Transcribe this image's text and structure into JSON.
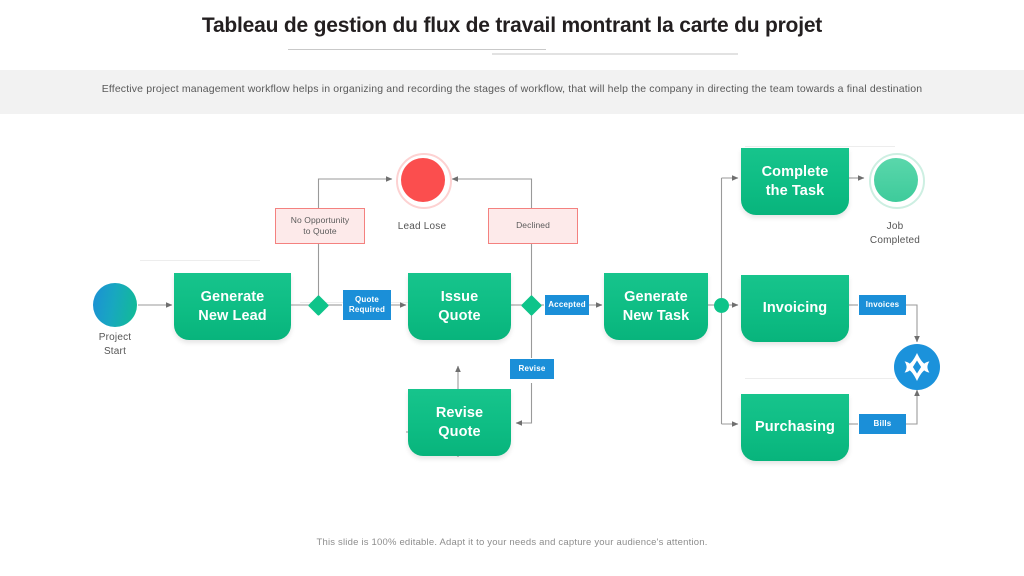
{
  "header": {
    "title": "Tableau de gestion du flux de travail montrant la carte du projet",
    "subtitle": "Effective project management workflow helps in organizing and recording the stages of workflow, that will help the company in directing the team towards a final destination"
  },
  "footer": {
    "note": "This slide is 100% editable. Adapt it to your needs and capture  your audience's attention."
  },
  "colors": {
    "green": "#0ebd84",
    "green_light": "#17c48c",
    "blue_tag": "#1b8fd8",
    "red": "#fb4e4e",
    "pink_fill": "#fdeaea",
    "pink_border": "#f4817f",
    "badge_blue": "#1b92db",
    "band": "#f2f2f2",
    "line": "#8c8c8c"
  },
  "diagram": {
    "terminators": [
      {
        "id": "project-start",
        "label": "Project\nStart",
        "label_line1": "Project",
        "label_line2": "Start",
        "shape": "circle",
        "style": "gradient-blue-green"
      },
      {
        "id": "lead-lose",
        "label": "Lead Lose",
        "shape": "ring-circle",
        "style": "red"
      },
      {
        "id": "job-completed",
        "label": "Job\nCompleted",
        "label_line1": "Job",
        "label_line2": "Completed",
        "shape": "ring-circle",
        "style": "green"
      }
    ],
    "tasks": [
      {
        "id": "generate-new-lead",
        "line1": "Generate",
        "line2": "New Lead"
      },
      {
        "id": "issue-quote",
        "line1": "Issue",
        "line2": "Quote"
      },
      {
        "id": "revise-quote",
        "line1": "Revise",
        "line2": "Quote"
      },
      {
        "id": "generate-new-task",
        "line1": "Generate",
        "line2": "New Task"
      },
      {
        "id": "complete-the-task",
        "line1": "Complete",
        "line2": "the Task"
      },
      {
        "id": "invoicing",
        "line1": "Invoicing",
        "line2": ""
      },
      {
        "id": "purchasing",
        "line1": "Purchasing",
        "line2": ""
      }
    ],
    "gateways": [
      {
        "id": "gateway-quote",
        "shape": "diamond"
      },
      {
        "id": "gateway-accept",
        "shape": "diamond"
      },
      {
        "id": "junction-task-split",
        "shape": "circle"
      }
    ],
    "flags": [
      {
        "id": "quote-required",
        "line1": "Quote",
        "line2": "Required",
        "kind": "blue"
      },
      {
        "id": "accepted",
        "line1": "Accepted",
        "line2": "",
        "kind": "blue"
      },
      {
        "id": "revise",
        "line1": "Revise",
        "line2": "",
        "kind": "blue"
      },
      {
        "id": "invoices",
        "line1": "Invoices",
        "line2": "",
        "kind": "blue"
      },
      {
        "id": "bills",
        "line1": "Bills",
        "line2": "",
        "kind": "blue"
      },
      {
        "id": "no-opportunity-to-quote",
        "line1": "No Opportunity",
        "line2": "to Quote",
        "kind": "pink"
      },
      {
        "id": "declined",
        "line1": "Declined",
        "line2": "",
        "kind": "pink"
      }
    ],
    "badge": {
      "id": "settlement-badge",
      "icon": "compass-star-icon"
    }
  }
}
